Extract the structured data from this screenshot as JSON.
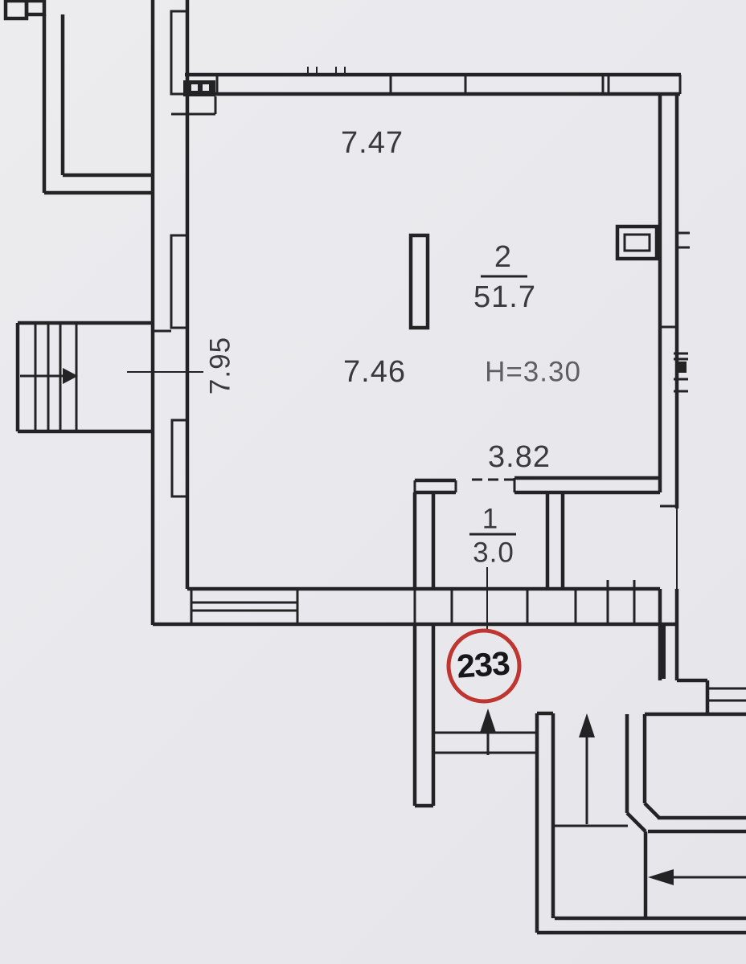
{
  "drawing": {
    "kind": "apartment floor plan",
    "labels": {
      "top_width": "7.47",
      "room2_number": "2",
      "room2_area": "51.7",
      "bottom_width": "7.46",
      "ceiling_height": "H=3.30",
      "left_depth": "7.95",
      "opening_width": "3.82",
      "room1_number": "1",
      "room1_area": "3.0",
      "unit_number": "233"
    },
    "icons": {
      "stairs_walk_arrow": "→",
      "entry_arrow_up": "↑",
      "entry_arrow_left": "←"
    },
    "colors": {
      "paper": "#e9e9ed",
      "ink": "#232326",
      "muted_ink": "#5e5e63",
      "unit_circle_red": "#bf3530"
    }
  }
}
